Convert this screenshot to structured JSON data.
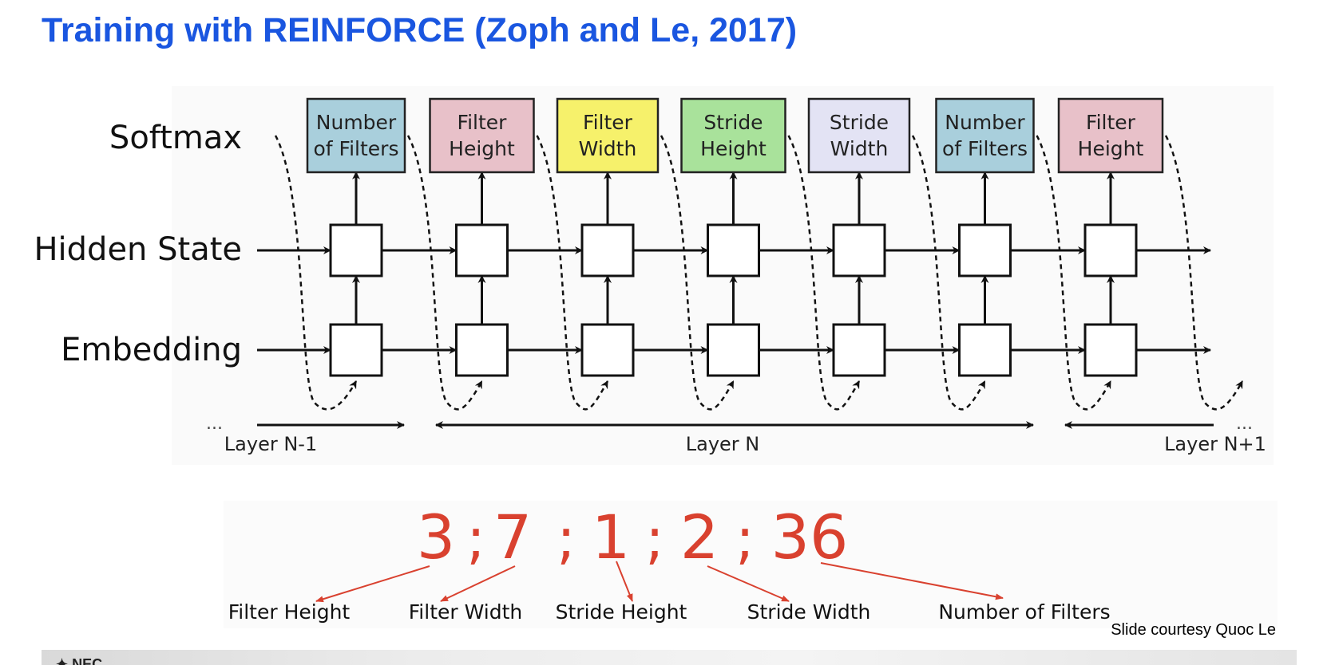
{
  "slide": {
    "title": "Training with REINFORCE (Zoph and Le, 2017)",
    "credit": "Slide courtesy Quoc Le",
    "footer_logo": "✦ NEC"
  },
  "diagram": {
    "row_labels": {
      "softmax": "Softmax",
      "hidden": "Hidden State",
      "embedding": "Embedding"
    },
    "outputs": [
      {
        "line1": "Number",
        "line2": "of Filters",
        "color": "#a9cfdc"
      },
      {
        "line1": "Filter",
        "line2": "Height",
        "color": "#e8c1c9"
      },
      {
        "line1": "Filter",
        "line2": "Width",
        "color": "#f6f16b"
      },
      {
        "line1": "Stride",
        "line2": "Height",
        "color": "#a9e29b"
      },
      {
        "line1": "Stride",
        "line2": "Width",
        "color": "#e3e3f4"
      },
      {
        "line1": "Number",
        "line2": "of Filters",
        "color": "#a9cfdc"
      },
      {
        "line1": "Filter",
        "line2": "Height",
        "color": "#e8c1c9"
      }
    ],
    "layers": {
      "prev": "Layer N-1",
      "current": "Layer N",
      "next": "Layer N+1",
      "ellipsis": "..."
    }
  },
  "decode": {
    "sequence": [
      "3",
      "7",
      "1",
      "2",
      "36"
    ],
    "separator": ";",
    "labels": [
      "Filter Height",
      "Filter Width",
      "Stride Height",
      "Stride Width",
      "Number of Filters"
    ],
    "color": "#d9412f"
  }
}
